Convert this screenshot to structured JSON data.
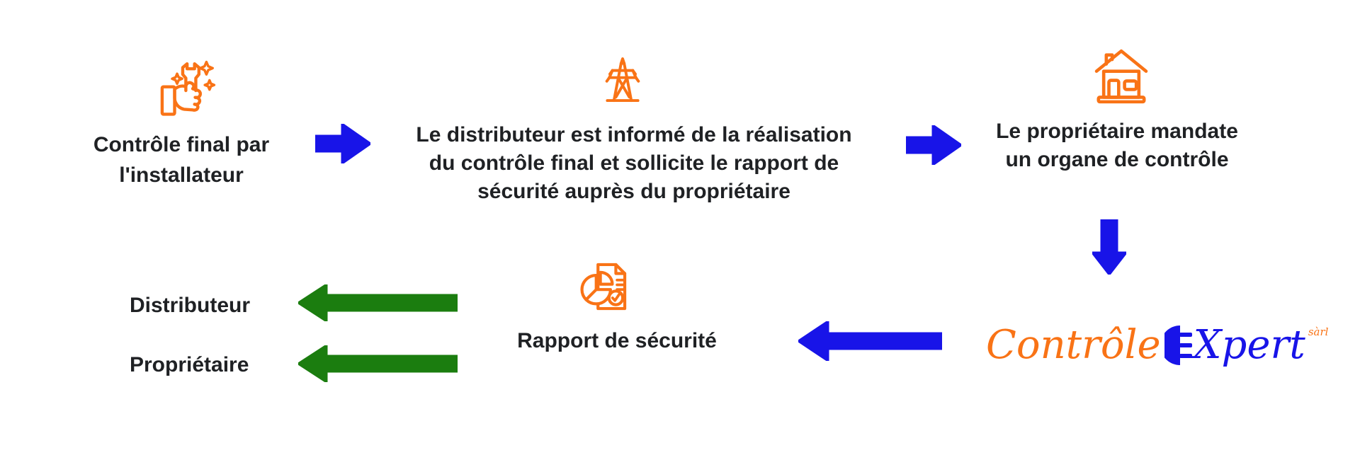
{
  "palette": {
    "orange": "#F97316",
    "blue": "#1814E8",
    "green": "#1B7D0F",
    "ink": "#1F2124",
    "bg": "#FFFFFF"
  },
  "steps": {
    "step1": {
      "icon": "hand-holding-wrench",
      "lines": [
        "Contrôle final par",
        "l'installateur"
      ]
    },
    "step2": {
      "icon": "power-pylon",
      "lines": [
        "Le distributeur est informé de la réalisation",
        "du contrôle final et sollicite le rapport de",
        "sécurité auprès du propriétaire"
      ]
    },
    "step3": {
      "icon": "house",
      "lines": [
        "Le propriétaire mandate",
        "un organe de contrôle"
      ]
    }
  },
  "report": {
    "icon": "report-piechart-check",
    "label": "Rapport de sécurité"
  },
  "recipients": {
    "distributor": "Distributeur",
    "owner": "Propriétaire"
  },
  "logo": {
    "part1": "Contrôle",
    "plug_icon": "electric-plug-E",
    "part2": "Xpert",
    "suffix": "sàrl"
  }
}
